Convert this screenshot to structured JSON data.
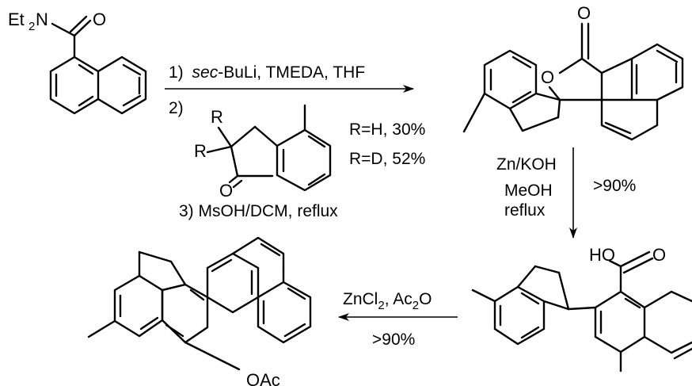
{
  "reaction1": {
    "step1_num": "1)",
    "step1_reagent_italic": "sec",
    "step1_reagent_rest": "-BuLi, TMEDA, THF",
    "step2_num": "2)",
    "step3": "3) MsOH/DCM, reflux",
    "yield_h": "R=H, 30%",
    "yield_d": "R=D, 52%"
  },
  "reaction2": {
    "reagents": [
      "Zn/KOH",
      "MeOH",
      "reflux"
    ],
    "yield": ">90%"
  },
  "reaction3": {
    "reagent_zn": "ZnCl",
    "reagent_sub1": "2",
    "reagent_ac": ", Ac",
    "reagent_sub2": "2",
    "reagent_o": "O",
    "yield": ">90%"
  },
  "atoms": {
    "et": "Et",
    "et_sub": "2",
    "n": "N",
    "o": "O",
    "r": "R",
    "ho": "HO",
    "oac": "OAc"
  }
}
